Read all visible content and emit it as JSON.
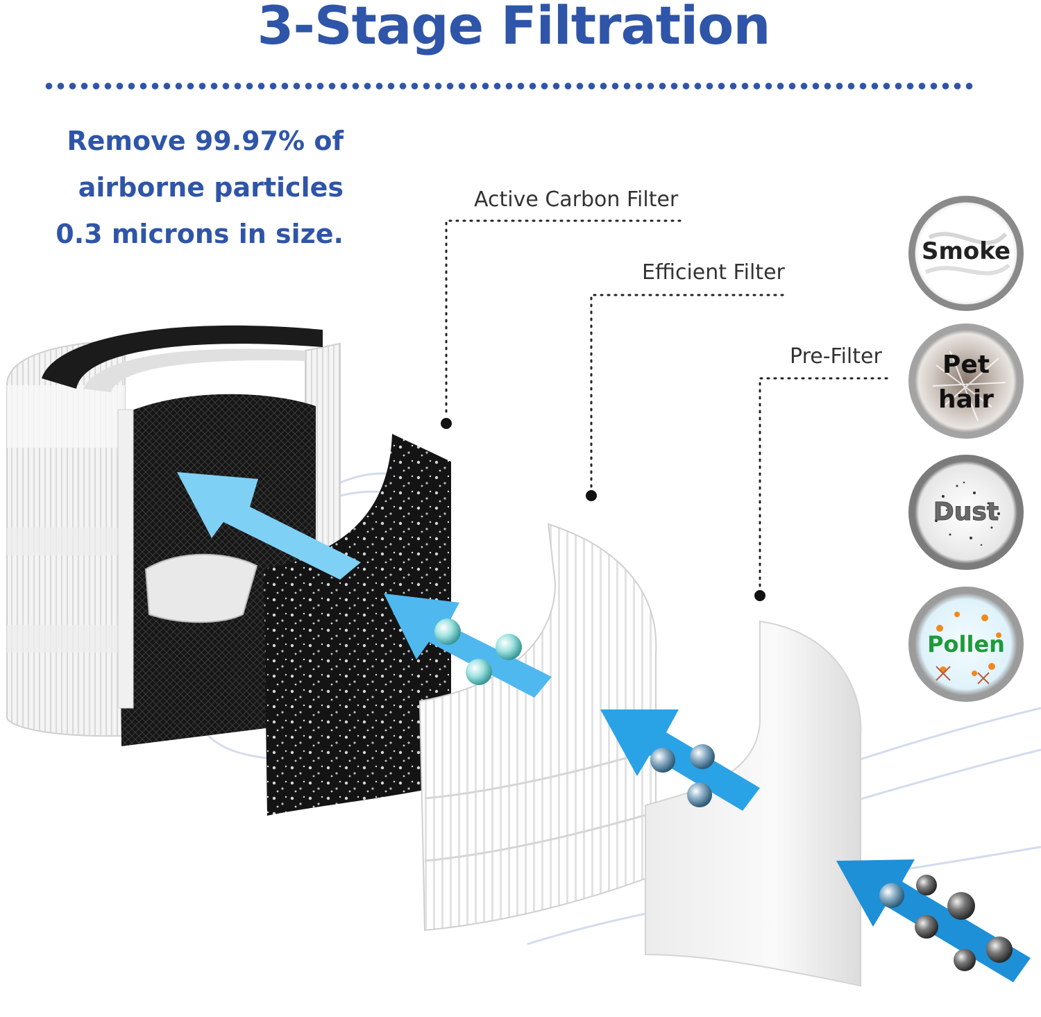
{
  "title": "3-Stage Filtration",
  "tagline": {
    "line1": "Remove 99.97% of",
    "line2": "airborne particles",
    "line3": "0.3 microns in size."
  },
  "filters": {
    "active_carbon": "Active Carbon Filter",
    "efficient": "Efficient Filter",
    "pre": "Pre-Filter"
  },
  "badges": {
    "smoke": "Smoke",
    "pet_hair_1": "Pet",
    "pet_hair_2": "hair",
    "dust": "Dust",
    "pollen": "Pollen"
  },
  "colors": {
    "title_blue": "#2f55a8",
    "arrow_blue": "#1e90d8",
    "arrow_light_blue": "#7fd0f5",
    "pollen_green": "#1f9a3a"
  }
}
